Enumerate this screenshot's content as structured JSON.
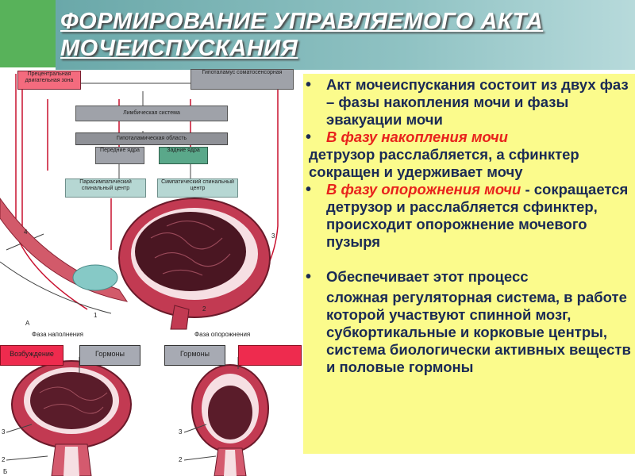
{
  "slide": {
    "title_line1": "ФОРМИРОВАНИЕ  УПРАВЛЯЕМОГО  АКТА",
    "title_line2": "МОЧЕИСПУСКАНИЯ"
  },
  "bullets": {
    "b1": "Акт мочеиспускания состоит из двух фаз – фазы накопления мочи и фазы эвакуации мочи",
    "b2_red": "В фазу накопления мочи",
    "b2_text": "детрузор расслабляется, а сфинктер сокращен и удерживает мочу",
    "b3_red": "В фазу опорожнения мочи",
    "b3_text": "- сокращается детрузор и расслабляется сфинктер, происходит опорожнение мочевого пузыря",
    "b4_line1": "Обеспечивает этот процесс",
    "b4_text": "сложная регуляторная система, в работе которой участвуют спинной мозг, субкортикальные и корковые центры, система биологически активных веществ и половые гормоны"
  },
  "diagram": {
    "box_top_left": "Прецентральная двигательная зона",
    "box_top_right": "Гипоталамус соматосенсорная",
    "box_limbic": "Лимбическая система",
    "box_hypo": "Гипоталамическая область",
    "box_front": "Передние ядра",
    "box_back": "Задние ядра",
    "box_para": "Парасимпатический спинальный центр",
    "box_symp": "Симпатический спинальный центр",
    "num_4": "4",
    "num_3": "3",
    "num_2": "2",
    "num_1": "1",
    "letter_a": "А",
    "phase_fill": "Фаза  наполнения",
    "phase_empty": "Фаза  опорожнения",
    "excite_left": "Возбуждение",
    "hormone_left": "Гормоны",
    "hormone_right": "Гормоны",
    "num_3b": "3",
    "num_2b": "2",
    "num_3c": "3",
    "num_2c": "2",
    "letter_b": "Б"
  },
  "colors": {
    "title": "#ffffff",
    "panel": "#fbfb8c",
    "text": "#1a2a55",
    "accent": "#e8231c"
  }
}
